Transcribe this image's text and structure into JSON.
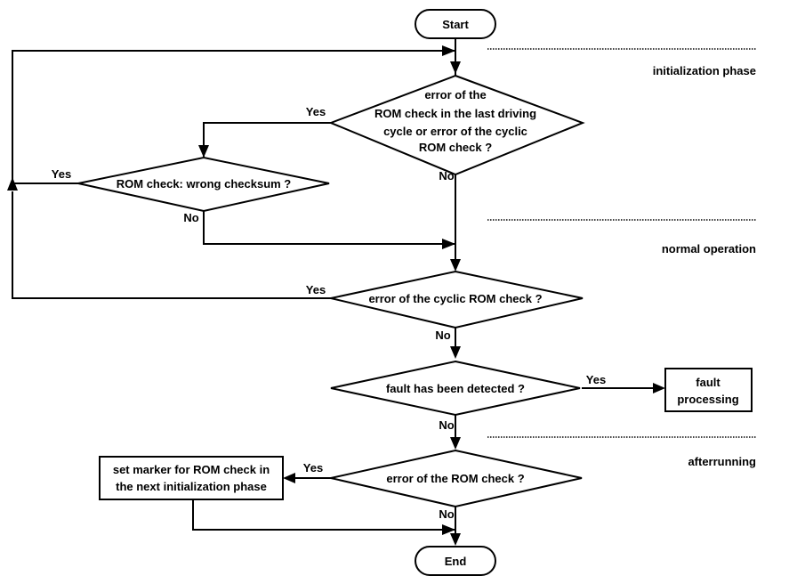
{
  "terminals": {
    "start": "Start",
    "end": "End"
  },
  "phases": {
    "initialization": "initialization phase",
    "normal": "normal operation",
    "afterrunning": "afterrunning"
  },
  "decisions": {
    "rom_error_history": [
      "error of the",
      "ROM check in the last driving",
      "cycle or error of the cyclic",
      "ROM check ?"
    ],
    "wrong_checksum": "ROM check: wrong checksum ?",
    "cyclic_rom_error": "error of the cyclic ROM check ?",
    "fault_detected": "fault has been detected ?",
    "rom_check_error": "error of the ROM check ?"
  },
  "processes": {
    "fault_processing": [
      "fault",
      "processing"
    ],
    "set_marker": [
      "set marker for ROM check in",
      "the next initialization phase"
    ]
  },
  "labels": {
    "yes": "Yes",
    "no": "No"
  }
}
